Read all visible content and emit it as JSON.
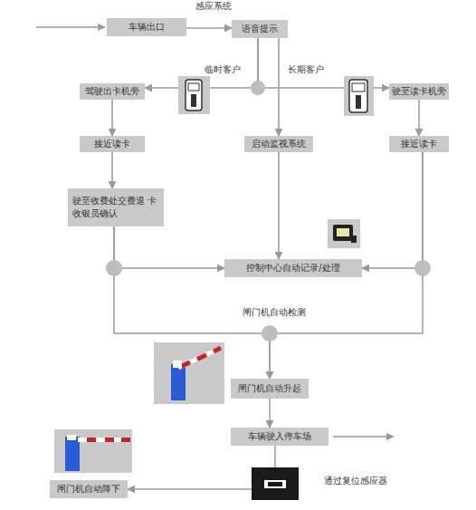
{
  "diagram": {
    "nodes": [
      {
        "text": [
          "车辆出口"
        ]
      },
      {
        "text": [
          "语音提示"
        ]
      },
      {
        "text": [
          "驾驶出卡机旁"
        ]
      },
      {
        "text": [
          "驶至读卡机旁"
        ]
      },
      {
        "text": [
          "接近读卡"
        ]
      },
      {
        "text": [
          "启动监视系统"
        ]
      },
      {
        "text": [
          "接近读卡"
        ]
      },
      {
        "text": [
          "驶至收费处交费退 卡收银员确认"
        ]
      },
      {
        "text": [
          "控制中心自动记录/处理"
        ]
      },
      {
        "text": [
          "闸门机自动升起"
        ]
      },
      {
        "text": [
          "车辆驶入停车场"
        ]
      },
      {
        "text": [
          "闸门机自动降下"
        ]
      }
    ],
    "edges": [
      {
        "from": 0,
        "to": 1,
        "arrow": "to"
      },
      {
        "from": 1,
        "to": 2,
        "arrow": "to",
        "label": "临时客户"
      },
      {
        "from": 1,
        "to": 3,
        "arrow": "to",
        "label": "长期客户"
      },
      {
        "from": 1,
        "to": 5,
        "arrow": "to"
      },
      {
        "from": 2,
        "to": 4,
        "arrow": "to"
      },
      {
        "from": 3,
        "to": 6,
        "arrow": "to"
      },
      {
        "from": 4,
        "to": 7,
        "arrow": "to"
      },
      {
        "from": 5,
        "to": 8,
        "arrow": "to"
      },
      {
        "from": 7,
        "to": 8,
        "arrow": "to"
      },
      {
        "from": 6,
        "to": 8,
        "arrow": "to"
      },
      {
        "from": 7,
        "to": 9,
        "arrow": "to"
      },
      {
        "from": 6,
        "to": 9,
        "arrow": "to"
      },
      {
        "from": 9,
        "to": 10,
        "arrow": "to"
      },
      {
        "from": 10,
        "to": 11,
        "arrow": "to"
      }
    ],
    "labels": [
      "感应系统",
      "闸门机自动检测",
      "通过复位感应器"
    ]
  }
}
